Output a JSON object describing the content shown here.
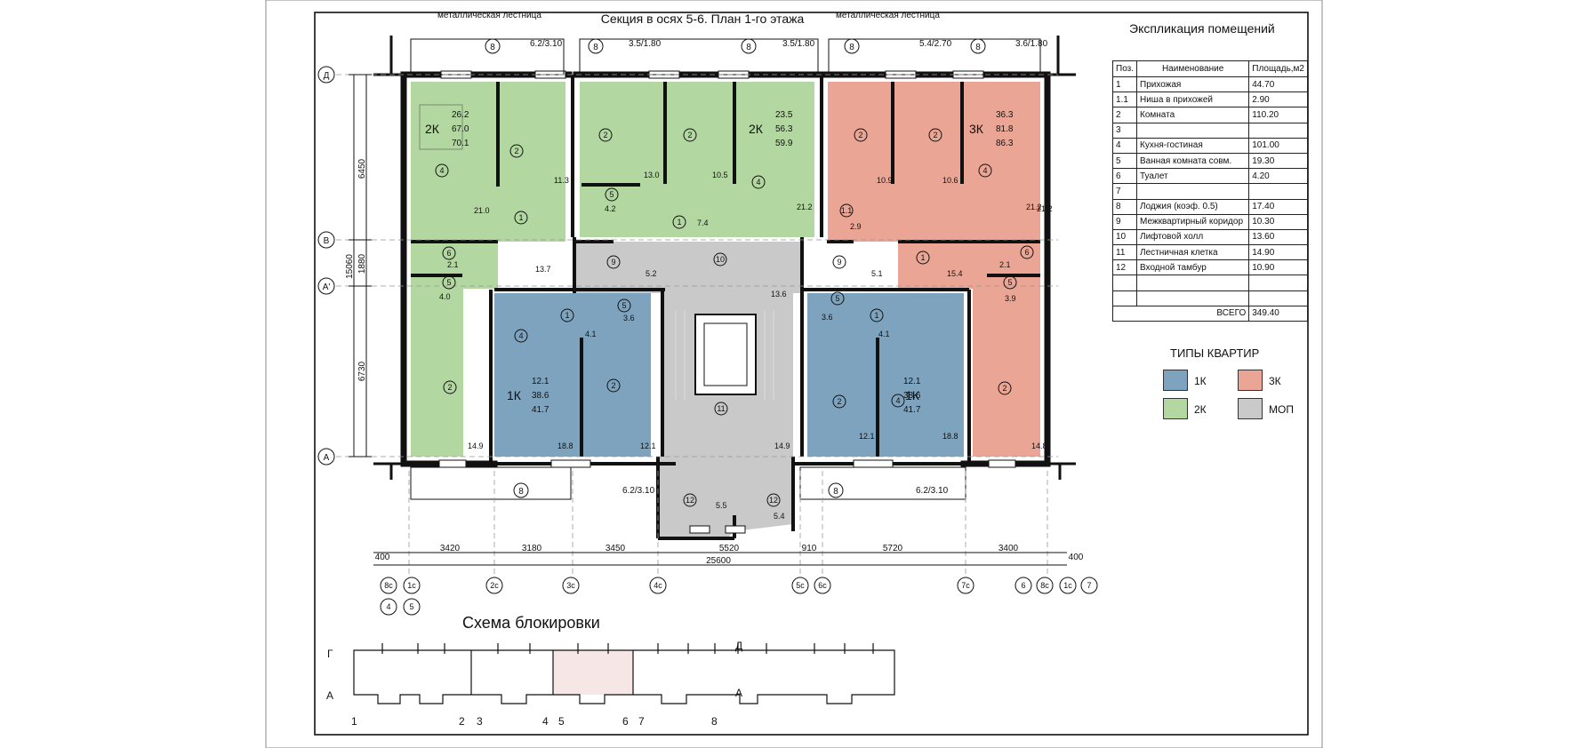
{
  "plan": {
    "title": "Секция в осях 5-6. План 1-го этажа",
    "stair_label_left": "металлическая лестница",
    "stair_label_right": "металлическая лестница",
    "top_window_labels": [
      "6.2/3.10",
      "3.5/1.80",
      "3.5/1.80",
      "5.4/2.70",
      "3.6/1.80"
    ],
    "bottom_window_labels": [
      "6.2/3.10",
      "6.2/3.10"
    ],
    "row_axes": [
      "Д",
      "В",
      "А'",
      "А"
    ],
    "left_dims": [
      "6450",
      "1880",
      "15060",
      "6730"
    ],
    "bottom_dims": [
      "400",
      "3420",
      "3180",
      "3450",
      "5520",
      "910",
      "5720",
      "3400",
      "400"
    ],
    "total_dim": "25600",
    "bottom_axes_left": [
      "8с",
      "1с",
      "2с",
      "3с",
      "4с"
    ],
    "bottom_axes_right": [
      "5с",
      "6с",
      "7с",
      "6",
      "8с",
      "1с",
      "7"
    ],
    "bottom_axes_extra": [
      "4",
      "5"
    ],
    "room_tags": [
      "1",
      "1.1",
      "2",
      "4",
      "5",
      "6",
      "8",
      "9",
      "10",
      "11",
      "12"
    ],
    "room_areas": [
      "21.0",
      "11.3",
      "2.1",
      "4.0",
      "13.7",
      "14.9",
      "13.0",
      "10.5",
      "4.2",
      "7.4",
      "21.2",
      "5.2",
      "13.6",
      "4.1",
      "3.6",
      "18.8",
      "12.1",
      "14.9",
      "10.9",
      "10.6",
      "2.9",
      "5.1",
      "15.4",
      "3.9",
      "12.1",
      "18.8",
      "14.8",
      "5.5",
      "5.4"
    ],
    "apartments": [
      {
        "type": "2К",
        "l1": "26.2",
        "l2": "67.0",
        "l3": "70.1"
      },
      {
        "type": "2К",
        "l1": "23.5",
        "l2": "56.3",
        "l3": "59.9"
      },
      {
        "type": "3К",
        "l1": "36.3",
        "l2": "81.8",
        "l3": "86.3"
      },
      {
        "type": "1К",
        "l1": "12.1",
        "l2": "38.6",
        "l3": "41.7"
      },
      {
        "type": "1К",
        "l1": "12.1",
        "l2": "38.6",
        "l3": "41.7"
      }
    ]
  },
  "explication": {
    "title": "Экспликация помещений",
    "headers": [
      "Поз.",
      "Наименование",
      "Площадь,м2"
    ],
    "rows": [
      {
        "n": "1",
        "name": "Прихожая",
        "area": "44.70"
      },
      {
        "n": "1.1",
        "name": "Ниша в прихожей",
        "area": "2.90"
      },
      {
        "n": "2",
        "name": "Комната",
        "area": "110.20"
      },
      {
        "n": "3",
        "name": "",
        "area": ""
      },
      {
        "n": "4",
        "name": "Кухня-гостиная",
        "area": "101.00"
      },
      {
        "n": "5",
        "name": "Ванная комната совм.",
        "area": "19.30"
      },
      {
        "n": "6",
        "name": "Туалет",
        "area": "4.20"
      },
      {
        "n": "7",
        "name": "",
        "area": ""
      },
      {
        "n": "8",
        "name": "Лоджия (коэф. 0.5)",
        "area": "17.40"
      },
      {
        "n": "9",
        "name": "Межквартирный коридор",
        "area": "10.30"
      },
      {
        "n": "10",
        "name": "Лифтовой холл",
        "area": "13.60"
      },
      {
        "n": "11",
        "name": "Лестничная клетка",
        "area": "14.90"
      },
      {
        "n": "12",
        "name": "Входной тамбур",
        "area": "10.90"
      },
      {
        "n": "",
        "name": "",
        "area": ""
      },
      {
        "n": "",
        "name": "",
        "area": ""
      }
    ],
    "total_label": "ВСЕГО",
    "total_value": "349.40"
  },
  "legend": {
    "title": "ТИПЫ КВАРТИР",
    "items": [
      {
        "label": "1К",
        "color": "#7ea3bf"
      },
      {
        "label": "3К",
        "color": "#eba595"
      },
      {
        "label": "2К",
        "color": "#b2d7a0"
      },
      {
        "label": "МОП",
        "color": "#c9c9c9"
      }
    ]
  },
  "scheme": {
    "title": "Схема блокировки",
    "left_top": "Г",
    "left_bottom": "А",
    "right_top": "Д",
    "right_bottom": "А",
    "axis_numbers": [
      "1",
      "2",
      "3",
      "4",
      "5",
      "6",
      "7",
      "8"
    ]
  }
}
